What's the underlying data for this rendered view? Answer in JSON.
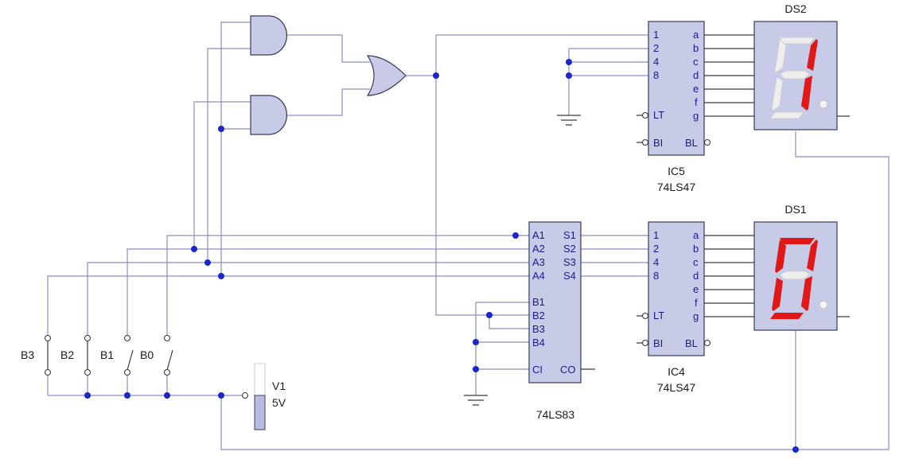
{
  "displays": {
    "ds2": {
      "label": "DS2",
      "pins": [
        "a",
        "b",
        "c",
        "d",
        "e",
        "f",
        "g"
      ],
      "lit_segments": [
        "b",
        "c"
      ]
    },
    "ds1": {
      "label": "DS1",
      "pins": [
        "a",
        "b",
        "c",
        "d",
        "e",
        "f",
        "g"
      ],
      "lit_segments": [
        "a",
        "b",
        "c",
        "d",
        "e",
        "f"
      ]
    }
  },
  "ic5": {
    "ref": "IC5",
    "part": "74LS47",
    "inputs": [
      "1",
      "2",
      "4",
      "8"
    ],
    "outputs": [
      "a",
      "b",
      "c",
      "d",
      "e",
      "f",
      "g"
    ],
    "lt": "LT",
    "bi": "BI",
    "bl": "BL"
  },
  "ic4": {
    "ref": "IC4",
    "part": "74LS47",
    "inputs": [
      "1",
      "2",
      "4",
      "8"
    ],
    "outputs": [
      "a",
      "b",
      "c",
      "d",
      "e",
      "f",
      "g"
    ],
    "lt": "LT",
    "bi": "BI",
    "bl": "BL"
  },
  "adder": {
    "part": "74LS83",
    "a_pins": [
      "A1",
      "A2",
      "A3",
      "A4"
    ],
    "s_pins": [
      "S1",
      "S2",
      "S3",
      "S4"
    ],
    "b_pins": [
      "B1",
      "B2",
      "B3",
      "B4"
    ],
    "ci": "CI",
    "co": "CO"
  },
  "switches": [
    "B3",
    "B2",
    "B1",
    "B0"
  ],
  "source": {
    "ref": "V1",
    "value": "5V"
  },
  "colors": {
    "wire": "#8a8cc8",
    "chip": "#c8cbe8",
    "junction": "#1a28c8",
    "segment_on": "#e01818"
  }
}
